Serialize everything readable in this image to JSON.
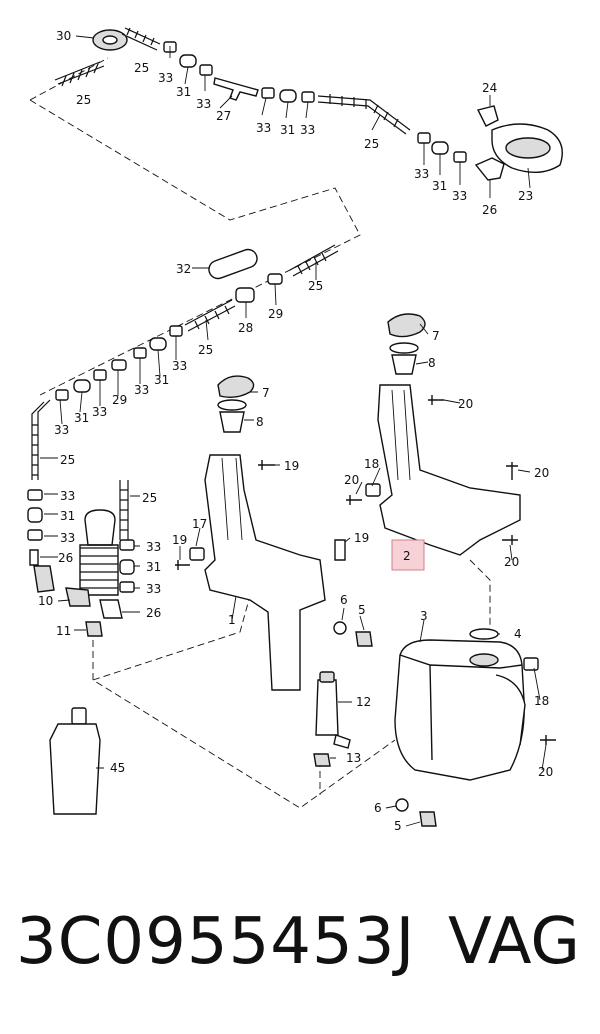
{
  "diagram": {
    "callouts": [
      {
        "id": "c30a",
        "text": "30"
      },
      {
        "id": "c25a",
        "text": "25"
      },
      {
        "id": "c25b",
        "text": "25"
      },
      {
        "id": "c33a",
        "text": "33"
      },
      {
        "id": "c31a",
        "text": "31"
      },
      {
        "id": "c33b",
        "text": "33"
      },
      {
        "id": "c27",
        "text": "27"
      },
      {
        "id": "c33c",
        "text": "33"
      },
      {
        "id": "c31b",
        "text": "31"
      },
      {
        "id": "c33d",
        "text": "33"
      },
      {
        "id": "c25c",
        "text": "25"
      },
      {
        "id": "c24",
        "text": "24"
      },
      {
        "id": "c33e",
        "text": "33"
      },
      {
        "id": "c31c",
        "text": "31"
      },
      {
        "id": "c33f",
        "text": "33"
      },
      {
        "id": "c26a",
        "text": "26"
      },
      {
        "id": "c23",
        "text": "23"
      },
      {
        "id": "c32",
        "text": "32"
      },
      {
        "id": "c25d",
        "text": "25"
      },
      {
        "id": "c28",
        "text": "28"
      },
      {
        "id": "c29a",
        "text": "29"
      },
      {
        "id": "c25e",
        "text": "25"
      },
      {
        "id": "c7a",
        "text": "7"
      },
      {
        "id": "c8a",
        "text": "8"
      },
      {
        "id": "c20a",
        "text": "20"
      },
      {
        "id": "c33g",
        "text": "33"
      },
      {
        "id": "c31d",
        "text": "31"
      },
      {
        "id": "c33h",
        "text": "33"
      },
      {
        "id": "c29b",
        "text": "29"
      },
      {
        "id": "c33i",
        "text": "33"
      },
      {
        "id": "c31e",
        "text": "31"
      },
      {
        "id": "c33j",
        "text": "33"
      },
      {
        "id": "c7b",
        "text": "7"
      },
      {
        "id": "c8b",
        "text": "8"
      },
      {
        "id": "c25f",
        "text": "25"
      },
      {
        "id": "c19a",
        "text": "19"
      },
      {
        "id": "c18a",
        "text": "18"
      },
      {
        "id": "c20b",
        "text": "20"
      },
      {
        "id": "c20c",
        "text": "20"
      },
      {
        "id": "c33k",
        "text": "33"
      },
      {
        "id": "c31f",
        "text": "31"
      },
      {
        "id": "c25g",
        "text": "25"
      },
      {
        "id": "c33l",
        "text": "33"
      },
      {
        "id": "c17",
        "text": "17"
      },
      {
        "id": "c19b",
        "text": "19"
      },
      {
        "id": "c19c",
        "text": "19"
      },
      {
        "id": "c2",
        "text": "2"
      },
      {
        "id": "c20d",
        "text": "20"
      },
      {
        "id": "c26b",
        "text": "26"
      },
      {
        "id": "c33m",
        "text": "33"
      },
      {
        "id": "c31g",
        "text": "31"
      },
      {
        "id": "c10",
        "text": "10"
      },
      {
        "id": "c33n",
        "text": "33"
      },
      {
        "id": "c26c",
        "text": "26"
      },
      {
        "id": "c1",
        "text": "1"
      },
      {
        "id": "c6a",
        "text": "6"
      },
      {
        "id": "c5a",
        "text": "5"
      },
      {
        "id": "c11",
        "text": "11"
      },
      {
        "id": "c3",
        "text": "3"
      },
      {
        "id": "c4",
        "text": "4"
      },
      {
        "id": "c18b",
        "text": "18"
      },
      {
        "id": "c12",
        "text": "12"
      },
      {
        "id": "c45",
        "text": "45"
      },
      {
        "id": "c13",
        "text": "13"
      },
      {
        "id": "c20e",
        "text": "20"
      },
      {
        "id": "c6b",
        "text": "6"
      },
      {
        "id": "c5b",
        "text": "5"
      }
    ]
  },
  "footer": {
    "part_number": "3C0955453J",
    "brand": "VAG"
  },
  "colors": {
    "highlight_fill": "#f6d2d6",
    "highlight_stroke": "#d27f89",
    "line": "#111111"
  }
}
